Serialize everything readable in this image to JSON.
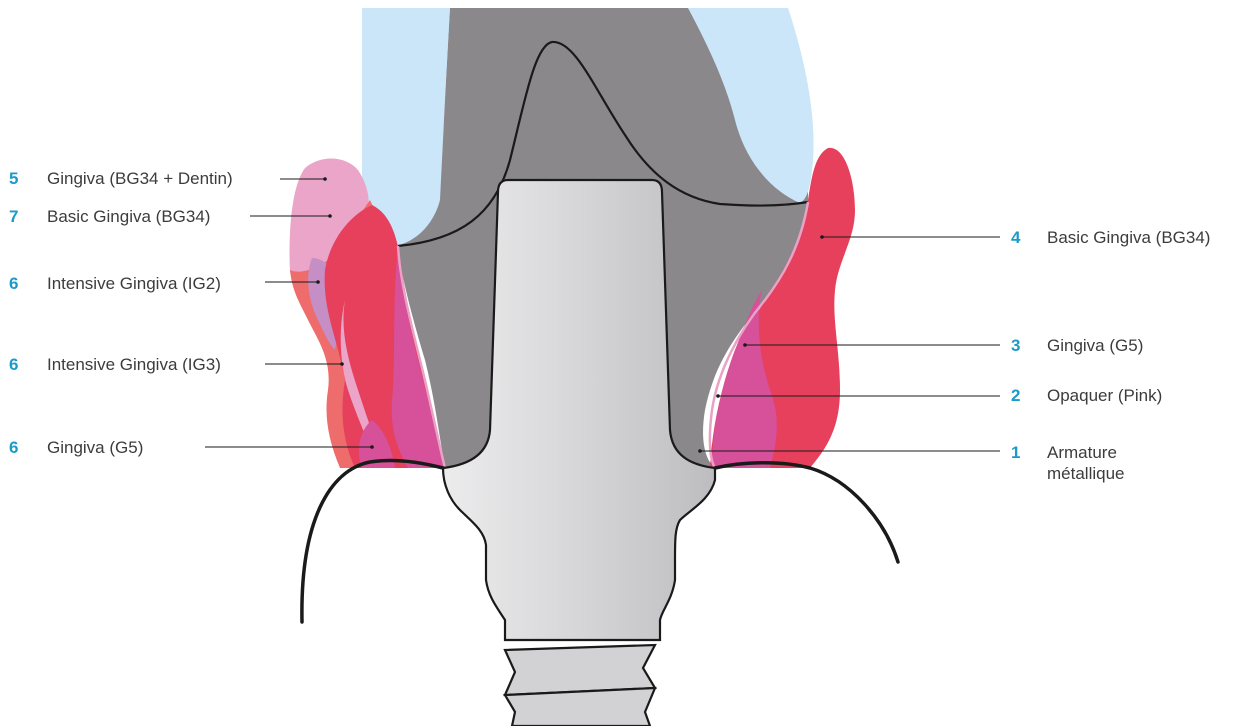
{
  "colors": {
    "accent": "#1a9bc8",
    "tooth_light_blue": "#cbe6f8",
    "metal_gray": "#8a888b",
    "abutment_light": "#d9d9db",
    "gingiva_red": "#e6405d",
    "gingiva_salmon": "#ee6c6c",
    "gingiva_pink": "#eaa5c9",
    "gingiva_magenta": "#d7509a",
    "gingiva_lilac": "#c58fc5",
    "text": "#3c3c3c"
  },
  "left_labels": [
    {
      "number": "5",
      "text": "Gingiva (BG34 + Dentin)"
    },
    {
      "number": "7",
      "text": "Basic Gingiva (BG34)"
    },
    {
      "number": "6",
      "text": "Intensive Gingiva (IG2)"
    },
    {
      "number": "6",
      "text": "Intensive Gingiva (IG3)"
    },
    {
      "number": "6",
      "text": "Gingiva (G5)"
    }
  ],
  "right_labels": [
    {
      "number": "4",
      "text": "Basic Gingiva (BG34)"
    },
    {
      "number": "3",
      "text": "Gingiva (G5)"
    },
    {
      "number": "2",
      "text": "Opaquer (Pink)"
    },
    {
      "number": "1",
      "text": "Armature métallique"
    }
  ]
}
